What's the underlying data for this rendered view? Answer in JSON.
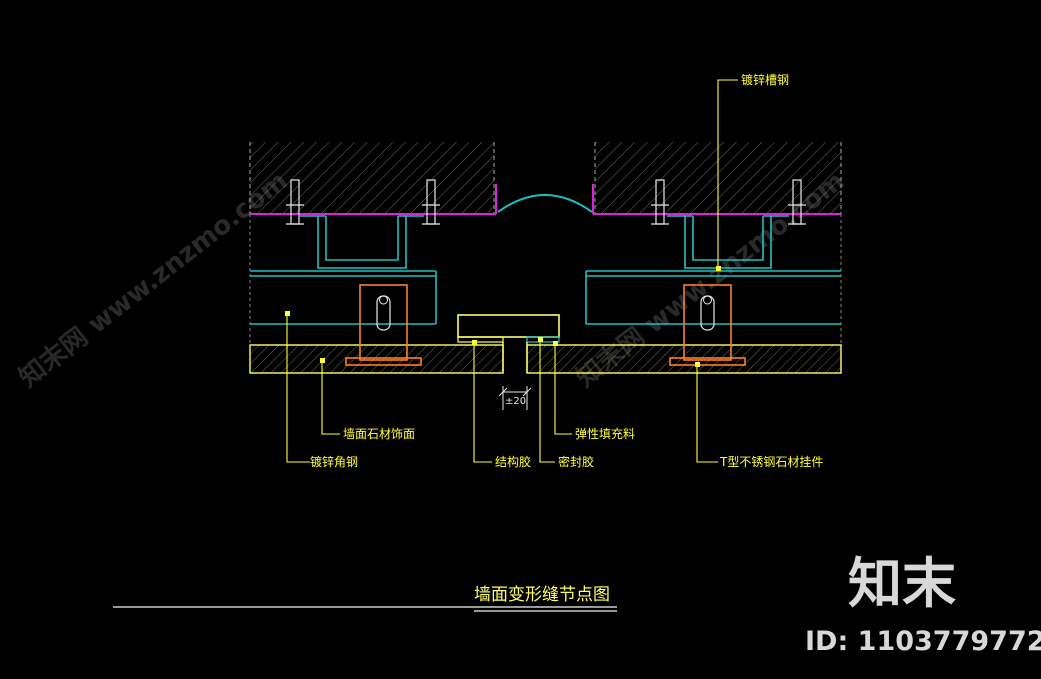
{
  "title": "墙面变形缝节点图",
  "labels": {
    "galvanized_channel": "镀锌槽钢",
    "stone_facing": "墙面石材饰面",
    "galvanized_angle": "镀锌角钢",
    "structural_glue": "结构胶",
    "sealant": "密封胶",
    "elastic_filler": "弹性填充料",
    "t_hanger": "T型不锈钢石材挂件"
  },
  "dimension": "±20",
  "watermark": {
    "site": "知末网 www.znzmo.com",
    "brand": "知末",
    "id": "ID: 1103779772"
  },
  "colors": {
    "background": "#000000",
    "concrete": "#888888",
    "magenta": "#e020e0",
    "cyan": "#20c0c0",
    "leader": "#ffff33",
    "orange": "#ff8020",
    "white": "#e8e8e8"
  }
}
